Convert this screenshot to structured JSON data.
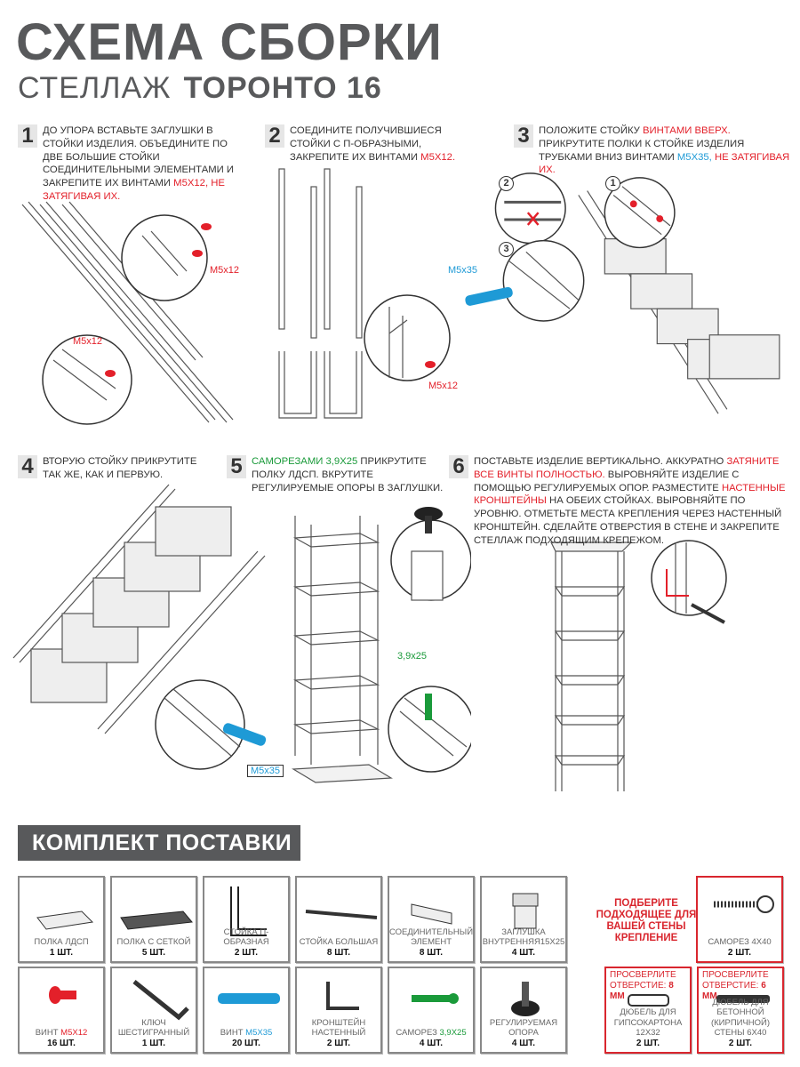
{
  "header": {
    "title": "СХЕМА СБОРКИ",
    "subtitle_prefix": "СТЕЛЛАЖ",
    "subtitle_model": "ТОРОНТО 16"
  },
  "colors": {
    "red": "#e3202a",
    "blue": "#1e9ad6",
    "green": "#1a9a3a",
    "banner": "#58595b"
  },
  "steps": [
    {
      "number": "1",
      "segments": [
        {
          "t": "До упора вставьте заглушки в стойки изделия. Объедините по две большие стойки соединительными элементами и закрепите их винтами ",
          "c": ""
        },
        {
          "t": "M5x12, не затягивая их.",
          "c": "red"
        }
      ]
    },
    {
      "number": "2",
      "segments": [
        {
          "t": "Соедините получившиеся стойки с П-образными, закрепите их винтами ",
          "c": ""
        },
        {
          "t": "M5x12.",
          "c": "red"
        }
      ]
    },
    {
      "number": "3",
      "segments": [
        {
          "t": "Положите стойку ",
          "c": ""
        },
        {
          "t": "винтами вверх.",
          "c": "red"
        },
        {
          "t": " Прикрутите полки к стойке изделия трубками вниз винтами ",
          "c": ""
        },
        {
          "t": "M5x35,",
          "c": "blue"
        },
        {
          "t": " не затягивая их.",
          "c": "red"
        }
      ]
    },
    {
      "number": "4",
      "segments": [
        {
          "t": "Вторую стойку прикрутите так же, как и первую.",
          "c": ""
        }
      ]
    },
    {
      "number": "5",
      "segments": [
        {
          "t": "Саморезами 3,9x25",
          "c": "green"
        },
        {
          "t": " прикрутите полку ЛДСП. Вкрутите регулируемые опоры в заглушки.",
          "c": ""
        }
      ]
    },
    {
      "number": "6",
      "segments": [
        {
          "t": "Поставьте изделие вертикально. Аккуратно ",
          "c": ""
        },
        {
          "t": "затяните все винты полностью.",
          "c": "red"
        },
        {
          "t": " Выровняйте изделие с помощью регулируемых опор. Разместите ",
          "c": ""
        },
        {
          "t": "настенные кронштейны",
          "c": "red"
        },
        {
          "t": " на обеих стойках. Выровняйте по уровню. Отметьте места крепления через настенный кронштейн. Сделайте отверстия в стене и закрепите стеллаж подходящим крепежом.",
          "c": ""
        }
      ]
    }
  ],
  "callouts": {
    "m5x12": "M5x12",
    "m5x35": "M5x35",
    "s39x25": "3,9x25",
    "c1": "1",
    "c2": "2",
    "c3": "3"
  },
  "kit": {
    "title": "КОМПЛЕКТ ПОСТАВКИ",
    "items": [
      {
        "name": "Полка ЛДСП",
        "qty": "1 шт.",
        "icon": "board-icon"
      },
      {
        "name": "Полка с сеткой",
        "qty": "5 шт.",
        "icon": "mesh-shelf-icon"
      },
      {
        "name": "Стойка П-образная",
        "qty": "2 шт.",
        "icon": "u-post-icon"
      },
      {
        "name": "Стойка большая",
        "qty": "8 шт.",
        "icon": "long-post-icon"
      },
      {
        "name": "Соединительный элемент",
        "qty": "8 шт.",
        "icon": "connector-icon"
      },
      {
        "name": "Заглушка внутренняя15x25",
        "qty": "4 шт.",
        "icon": "plug-icon"
      },
      {
        "name": "Винт ",
        "name_accent": "M5x12",
        "qty": "16 шт.",
        "icon": "red-screw-icon"
      },
      {
        "name": "Ключ шестигранный",
        "qty": "1 шт.",
        "icon": "hex-key-icon"
      },
      {
        "name": "Винт ",
        "name_accent": "M5x35",
        "qty": "20 шт.",
        "icon": "blue-screw-icon"
      },
      {
        "name": "Кронштейн настенный",
        "qty": "2 шт.",
        "icon": "wall-bracket-icon"
      },
      {
        "name": "Саморез ",
        "name_accent": "3,9x25",
        "qty": "4 шт.",
        "icon": "green-screw-icon"
      },
      {
        "name": "Регулируемая опора",
        "qty": "4 шт.",
        "icon": "leveling-foot-icon"
      }
    ],
    "wall_note": "Подберите подходящее для вашей стены крепление",
    "wall_items": [
      {
        "name": "Саморез 4x40",
        "qty": "2 шт."
      },
      {
        "drill_label": "Просверлите отверстие:",
        "drill_size": "8 мм",
        "name": "Дюбель для гипсокартона 12x32",
        "qty": "2 шт."
      },
      {
        "drill_label": "Просверлите отверстие:",
        "drill_size": "6 мм",
        "name": "Дюбель для бетонной (кирпичной) стены 6x40",
        "qty": "2 шт."
      }
    ]
  }
}
